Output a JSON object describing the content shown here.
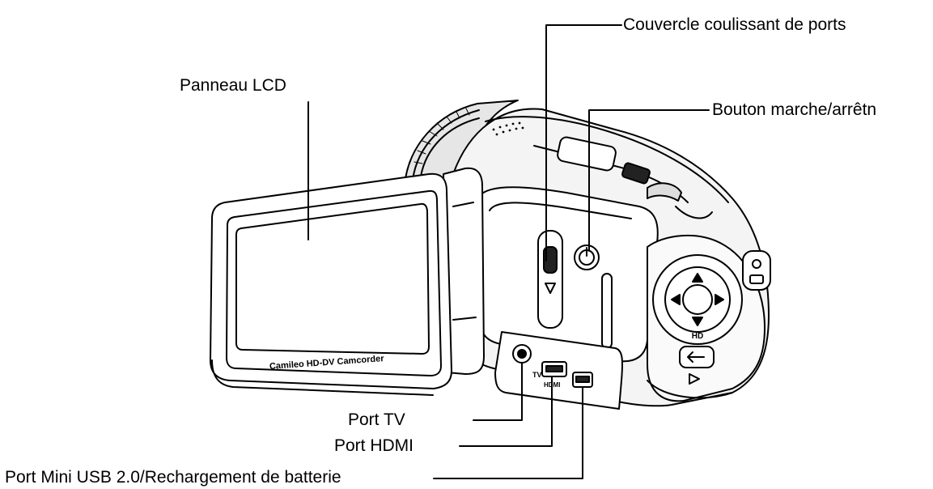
{
  "callouts": {
    "lcd_panel": "Panneau LCD",
    "port_cover": "Couvercle coulissant de ports",
    "power_button": "Bouton marche/arrêtn",
    "tv_port": "Port TV",
    "hdmi_port": "Port HDMI",
    "usb_port": "Port Mini USB 2.0/Rechargement de batterie"
  },
  "device": {
    "screen_caption": "Camileo HD-DV Camcorder",
    "tv_marking": "TV",
    "hdmi_marking": "HDMI",
    "nav_hd_marking": "HD"
  },
  "colors": {
    "ink": "#000000",
    "background": "#ffffff",
    "body_fill": "#f4f4f4"
  }
}
